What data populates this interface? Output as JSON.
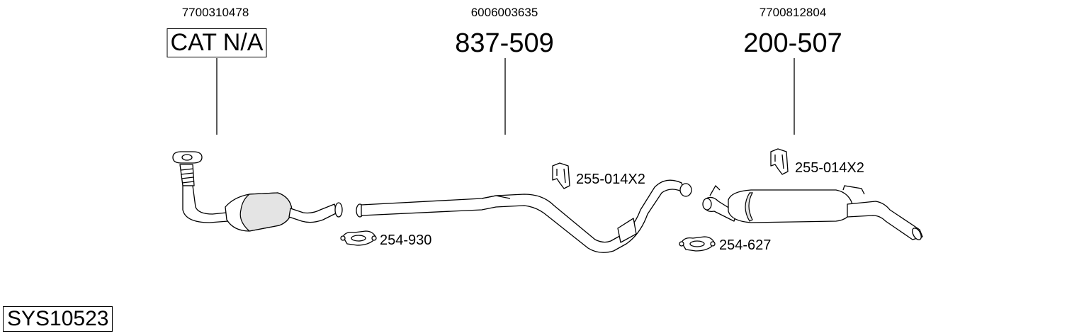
{
  "parts": [
    {
      "oem": "7700310478",
      "number": "CAT N/A"
    },
    {
      "oem": "6006003635",
      "number": "837-509"
    },
    {
      "oem": "7700812804",
      "number": "200-507"
    }
  ],
  "accessories": [
    {
      "id": "hanger_left",
      "label": "255-014X2"
    },
    {
      "id": "clamp_left",
      "label": "254-930"
    },
    {
      "id": "hanger_right",
      "label": "255-014X2"
    },
    {
      "id": "clamp_right",
      "label": "254-627"
    }
  ],
  "system_code": "SYS10523"
}
